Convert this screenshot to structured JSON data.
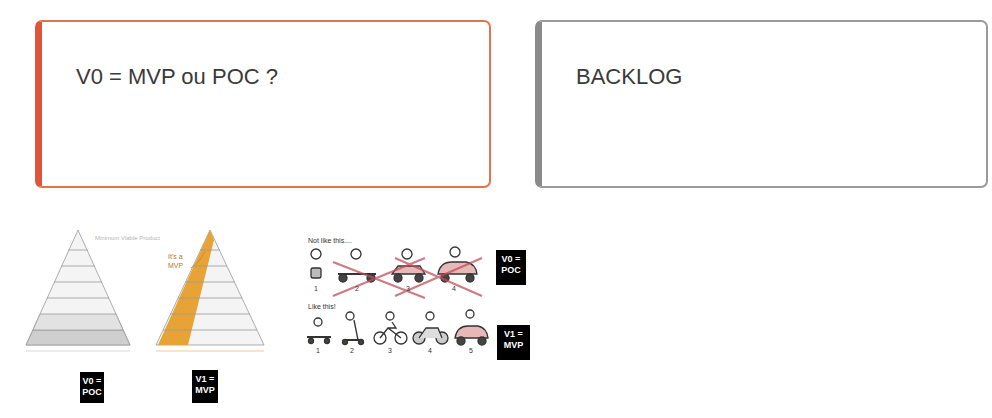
{
  "diagram": {
    "nodes": [
      {
        "text": [
          "V0 = MVP ou POC ?"
        ]
      },
      {
        "text": [
          "BACKLOG"
        ]
      },
      {
        "text": [
          "V0 = POC"
        ]
      },
      {
        "text": [
          "V1 = MVP"
        ]
      },
      {
        "text": [
          "V0 = POC"
        ]
      },
      {
        "text": [
          "V1 = MVP"
        ]
      }
    ],
    "labels": [
      "Minimum Viable Product",
      "It's a MVP",
      "Not like this....",
      "1",
      "2",
      "3",
      "4",
      "Like this!",
      "1",
      "2",
      "3",
      "4",
      "5"
    ]
  }
}
